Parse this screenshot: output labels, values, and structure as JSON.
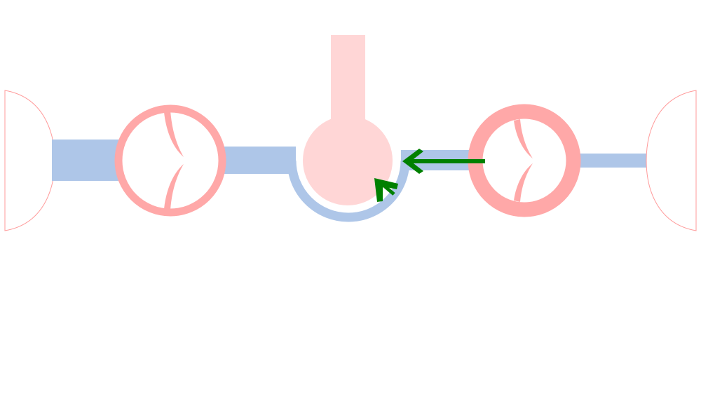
{
  "diagram": {
    "colors": {
      "background": "#ffffff",
      "pipe": "#aec6e8",
      "valve_ring": "#ffa8a8",
      "valve_leaflet": "#ffa8a8",
      "chamber_fill": "#ffd6d6",
      "chamber_pipe": "#ffd6d6",
      "end_cap_stroke": "#ff9a9a",
      "flow_arrow": "#008000"
    },
    "components": [
      {
        "name": "left-end-cap",
        "kind": "end-cap"
      },
      {
        "name": "left-pipe-segment",
        "kind": "pipe"
      },
      {
        "name": "left-valve",
        "kind": "valve"
      },
      {
        "name": "center-pipe-left",
        "kind": "pipe"
      },
      {
        "name": "chamber",
        "kind": "chamber"
      },
      {
        "name": "center-pipe-right",
        "kind": "pipe"
      },
      {
        "name": "right-valve",
        "kind": "valve"
      },
      {
        "name": "right-pipe-segment",
        "kind": "pipe"
      },
      {
        "name": "right-end-cap",
        "kind": "end-cap"
      }
    ],
    "arrows": [
      {
        "name": "flow-arrow-main",
        "direction": "left"
      },
      {
        "name": "flow-arrow-curved",
        "direction": "up-left"
      }
    ]
  }
}
